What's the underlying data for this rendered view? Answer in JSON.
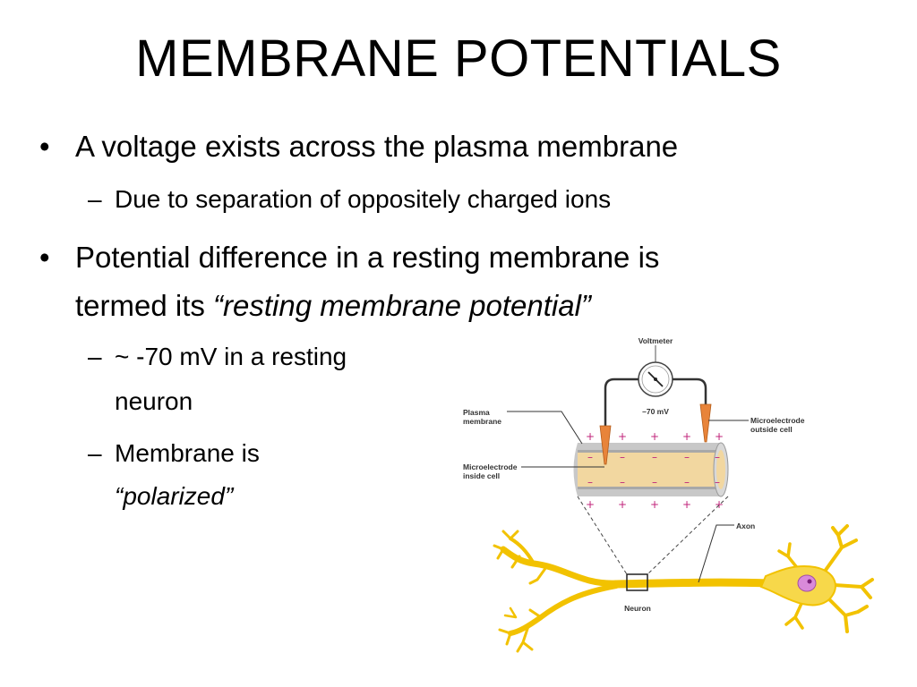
{
  "slide": {
    "title": "MEMBRANE POTENTIALS",
    "bullet1": "A voltage exists across the plasma membrane",
    "bullet1_sub1": "Due to separation of oppositely charged ions",
    "bullet2_plain": "Potential difference in a resting membrane is termed its",
    "bullet2_line1": "Potential difference in a resting membrane is",
    "bullet2_line2_plain": "termed its ",
    "bullet2_italic": "“resting membrane potential”",
    "bullet2_sub1_line1": "~ -70 mV in a resting",
    "bullet2_sub1_line2": "neuron",
    "bullet2_sub2_line1": "Membrane is",
    "bullet2_sub2_italic": "“polarized”",
    "bullet_symbol": "•",
    "dash_symbol": "–"
  },
  "diagram": {
    "voltmeter_label": "Voltmeter",
    "voltmeter_reading": "–70 mV",
    "plasma_membrane_label_1": "Plasma",
    "plasma_membrane_label_2": "membrane",
    "microelectrode_outside_label_1": "Microelectrode",
    "microelectrode_outside_label_2": "outside cell",
    "microelectrode_inside_label_1": "Microelectrode",
    "microelectrode_inside_label_2": "inside cell",
    "axon_label": "Axon",
    "neuron_label": "Neuron",
    "colors": {
      "neuron_fill": "#f7d84a",
      "electrode": "#e8843a",
      "membrane_gray": "#b8b8b8",
      "axon_interior": "#f2d7a0",
      "charge": "#c0237a",
      "nucleus": "#d98ad9"
    }
  }
}
